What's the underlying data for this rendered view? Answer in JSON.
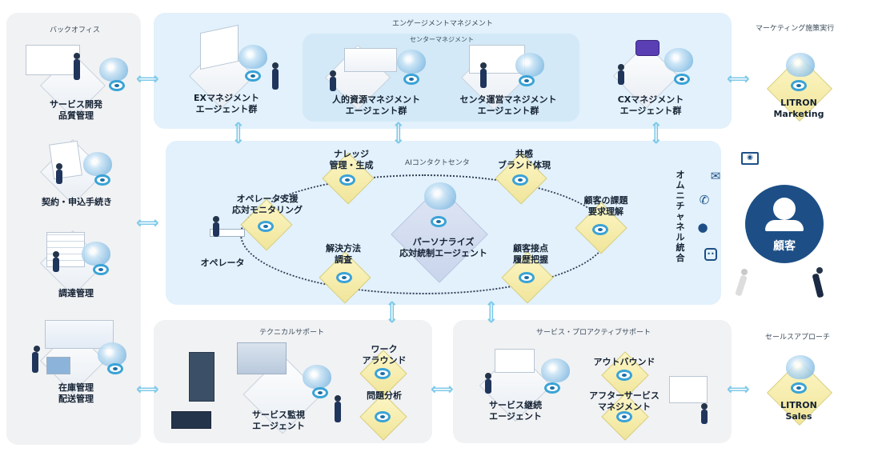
{
  "backoffice": {
    "title": "バックオフィス",
    "items": [
      {
        "line1": "サービス開発",
        "line2": "品質管理"
      },
      {
        "line1": "契約・申込手続き",
        "line2": ""
      },
      {
        "line1": "調達管理",
        "line2": ""
      },
      {
        "line1": "在庫管理",
        "line2": "配送管理"
      }
    ]
  },
  "engagement": {
    "title": "エンゲージメントマネジメント",
    "center_title": "センターマネジメント",
    "ex": {
      "line1": "EXマネジメント",
      "line2": "エージェント群"
    },
    "hr": {
      "line1": "人的資源マネジメント",
      "line2": "エージェント群"
    },
    "ops": {
      "line1": "センタ運営マネジメント",
      "line2": "エージェント群"
    },
    "cx": {
      "line1": "CXマネジメント",
      "line2": "エージェント群"
    }
  },
  "marketing": {
    "title": "マーケティング施策実行",
    "line1": "LITRON",
    "line2": "Marketing"
  },
  "ai_center": {
    "title": "AIコンタクトセンタ",
    "core": {
      "line1": "パーソナライズ",
      "line2": "応対統制エージェント"
    },
    "knowledge": {
      "line1": "ナレッジ",
      "line2": "管理・生成"
    },
    "brand": {
      "line1": "共感",
      "line2": "ブランド体現"
    },
    "monitor": {
      "line1": "オペレータ支援",
      "line2": "応対モニタリング"
    },
    "issue": {
      "line1": "顧客の課題",
      "line2": "要求理解"
    },
    "solution": {
      "line1": "解決方法",
      "line2": "調査"
    },
    "history": {
      "line1": "顧客接点",
      "line2": "履歴把握"
    },
    "operator": "オペレータ"
  },
  "omni_channel": "オムニチャネル統合",
  "customer": "顧客",
  "technical": {
    "title": "テクニカルサポート",
    "monitor_agent": {
      "line1": "サービス監視",
      "line2": "エージェント"
    },
    "workaround": {
      "line1": "ワーク",
      "line2": "アラウンド"
    },
    "problem": "問題分析"
  },
  "proactive": {
    "title": "サービス・プロアクティブサポート",
    "continuation": {
      "line1": "サービス継続",
      "line2": "エージェント"
    },
    "outbound": "アウトバウンド",
    "after": {
      "line1": "アフターサービス",
      "line2": "マネジメント"
    }
  },
  "sales": {
    "title": "セールスアプローチ",
    "line1": "LITRON",
    "line2": "Sales"
  },
  "icons": [
    "brain-icon",
    "target-icon",
    "email-icon",
    "phone-icon",
    "person-icon",
    "robot-icon",
    "monitor-icon",
    "bidirectional-arrow-icon"
  ],
  "colors": {
    "panel_blue": "#e2f1fb",
    "panel_grey": "#f1f2f4",
    "arrow": "#7cc9ea",
    "customer": "#1d4f86",
    "tile_yellow": "#f7eeb3"
  }
}
